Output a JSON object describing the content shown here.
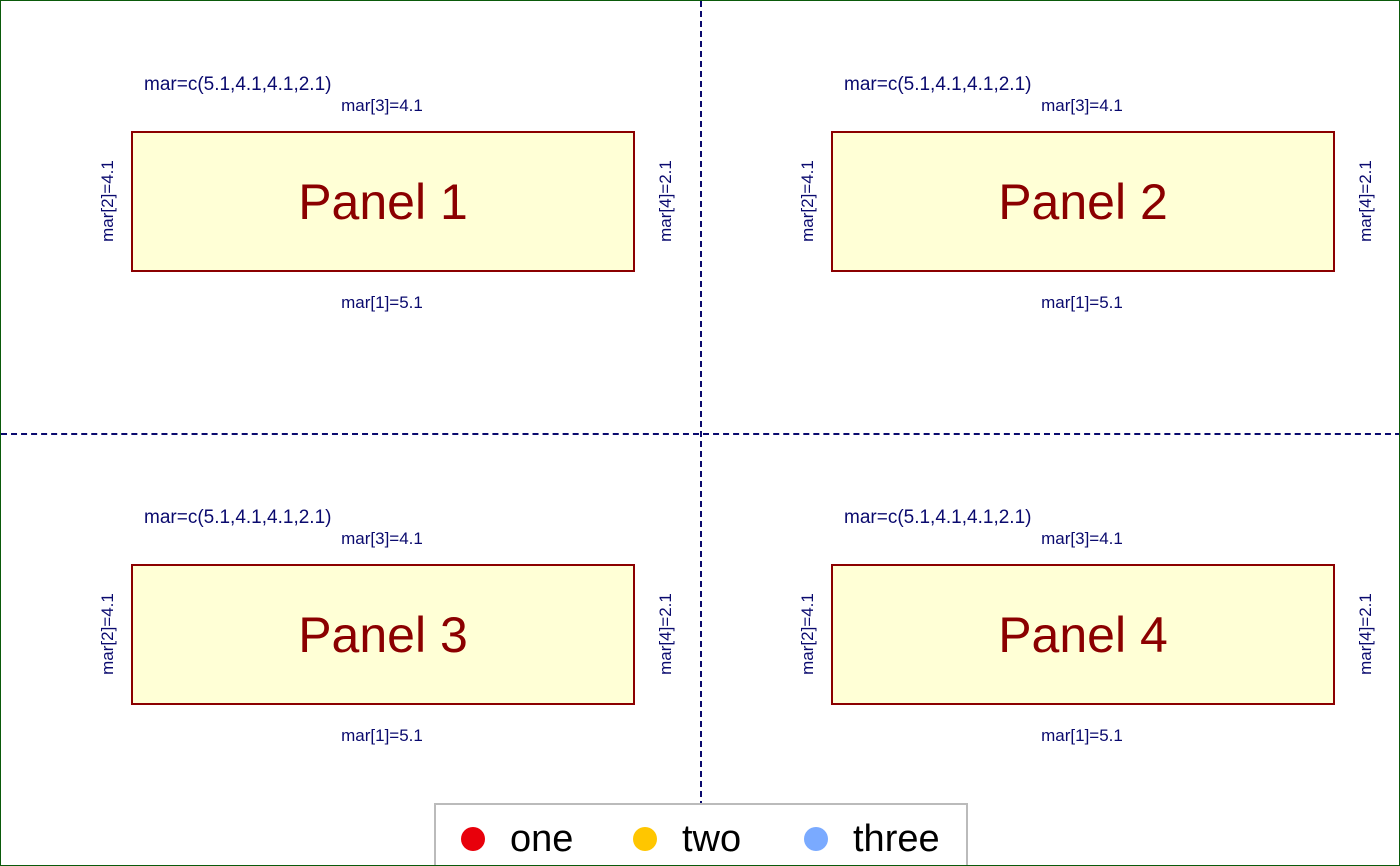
{
  "panels": [
    {
      "title": "Panel 1",
      "mar_vector": "mar=c(5.1,4.1,4.1,2.1)",
      "mar_top": "mar[3]=4.1",
      "mar_bottom": "mar[1]=5.1",
      "mar_left": "mar[2]=4.1",
      "mar_right": "mar[4]=2.1"
    },
    {
      "title": "Panel 2",
      "mar_vector": "mar=c(5.1,4.1,4.1,2.1)",
      "mar_top": "mar[3]=4.1",
      "mar_bottom": "mar[1]=5.1",
      "mar_left": "mar[2]=4.1",
      "mar_right": "mar[4]=2.1"
    },
    {
      "title": "Panel 3",
      "mar_vector": "mar=c(5.1,4.1,4.1,2.1)",
      "mar_top": "mar[3]=4.1",
      "mar_bottom": "mar[1]=5.1",
      "mar_left": "mar[2]=4.1",
      "mar_right": "mar[4]=2.1"
    },
    {
      "title": "Panel 4",
      "mar_vector": "mar=c(5.1,4.1,4.1,2.1)",
      "mar_top": "mar[3]=4.1",
      "mar_bottom": "mar[1]=5.1",
      "mar_left": "mar[2]=4.1",
      "mar_right": "mar[4]=2.1"
    }
  ],
  "legend": {
    "items": [
      {
        "label": "one",
        "color": "#e8000b"
      },
      {
        "label": "two",
        "color": "#ffc600"
      },
      {
        "label": "three",
        "color": "#7aaaff"
      }
    ]
  },
  "colors": {
    "panel_fill": "#ffffd6",
    "panel_border": "#8b0000",
    "margin_text": "#0a0a6e",
    "divider": "#0a0a6e",
    "figure_border": "#0a5a0a"
  }
}
